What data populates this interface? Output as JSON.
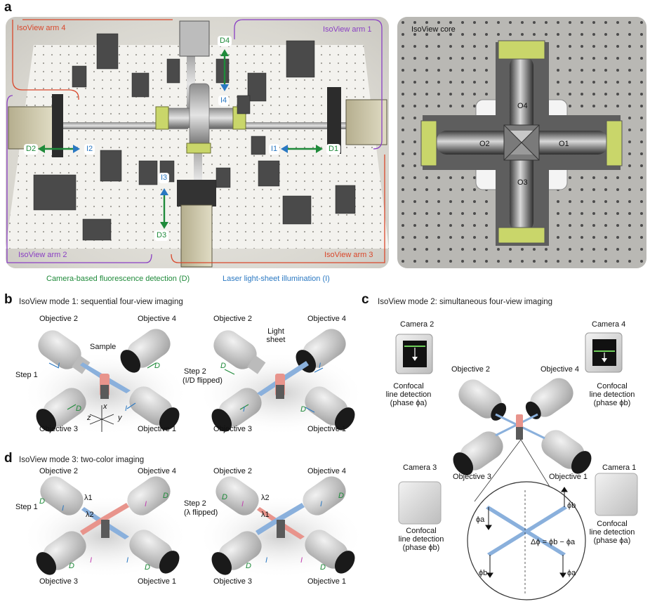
{
  "panels": {
    "a": "a",
    "b": "b",
    "c": "c",
    "d": "d"
  },
  "colors": {
    "arm_red": "#d9472b",
    "arm_purple": "#8a3fc4",
    "detection_green": "#1f8a3a",
    "illumination_blue": "#2a78c2",
    "board": "#e4e2dc",
    "core_board": "#b9b8b4",
    "objective": "#d4d4d4",
    "lambda1": "#8ab0dc",
    "lambda2": "#e8948c"
  },
  "panel_a": {
    "arm4": "IsoView arm 4",
    "arm1": "IsoView arm 1",
    "arm2": "IsoView arm 2",
    "arm3": "IsoView arm 3",
    "D4": "D4",
    "I4": "I4",
    "D2": "D2",
    "I2": "I2",
    "I1": "I1",
    "D1": "D1",
    "I3": "I3",
    "D3": "D3",
    "core_title": "IsoView core",
    "O1": "O1",
    "O2": "O2",
    "O3": "O3",
    "O4": "O4",
    "caption_detection": "Camera-based fluorescence detection (D)",
    "caption_illumination": "Laser light-sheet illumination (I)"
  },
  "panel_b": {
    "title": "IsoView mode 1: sequential four-view imaging",
    "obj2_left": "Objective 2",
    "obj4_left": "Objective 4",
    "obj3_left": "Objective 3",
    "obj1_left": "Objective 1",
    "obj2_right": "Objective 2",
    "obj4_right": "Objective 4",
    "obj3_right": "Objective 3",
    "obj1_right": "Objective 1",
    "sample": "Sample",
    "light_sheet": "Light sheet",
    "step1": "Step 1",
    "step2": "Step 2",
    "step2_note": "(I/D flipped)",
    "axis_z": "z",
    "axis_x": "x",
    "axis_y": "y",
    "I": "I",
    "D": "D"
  },
  "panel_c": {
    "title": "IsoView mode 2: simultaneous four-view imaging",
    "camera2": "Camera 2",
    "camera4": "Camera 4",
    "camera3": "Camera 3",
    "camera1": "Camera 1",
    "obj2": "Objective 2",
    "obj4": "Objective 4",
    "obj3": "Objective 3",
    "obj1": "Objective 1",
    "conf_line1": "Confocal",
    "conf_line2": "line detection",
    "phase_a": "(phase ϕa)",
    "phase_b": "(phase ϕb)",
    "phi_a": "ϕa",
    "phi_b": "ϕb",
    "delta": "Δϕ = ϕb − ϕa"
  },
  "panel_d": {
    "title": "IsoView mode 3: two-color imaging",
    "obj2_left": "Objective 2",
    "obj4_left": "Objective 4",
    "obj3_left": "Objective 3",
    "obj1_left": "Objective 1",
    "obj2_right": "Objective 2",
    "obj4_right": "Objective 4",
    "obj3_right": "Objective 3",
    "obj1_right": "Objective 1",
    "step1": "Step 1",
    "step2": "Step 2",
    "step2_note": "(λ flipped)",
    "lambda1": "λ1",
    "lambda2": "λ2",
    "I": "I",
    "D": "D"
  }
}
